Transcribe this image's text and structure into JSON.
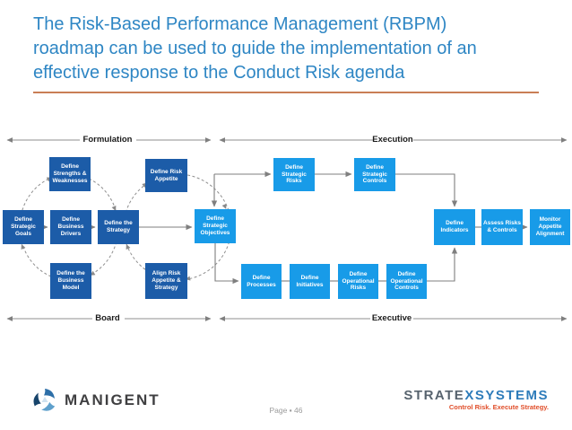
{
  "slide": {
    "title_lines": [
      "The Risk-Based Performance Management (RBPM)",
      "roadmap can be used to guide the implementation of an",
      "effective response to the Conduct Risk agenda"
    ],
    "page_label": "Page ▪ 46"
  },
  "diagram": {
    "sections": {
      "formulation": "Formulation",
      "execution": "Execution",
      "board": "Board",
      "executive": "Executive"
    },
    "boxes": [
      {
        "id": "define-strengths-weaknesses",
        "label": "Define Strengths & Weaknesses",
        "variant": "dark"
      },
      {
        "id": "define-risk-appetite",
        "label": "Define Risk Appetite",
        "variant": "dark"
      },
      {
        "id": "define-strategic-risks",
        "label": "Define Strategic Risks",
        "variant": "light"
      },
      {
        "id": "define-strategic-controls",
        "label": "Define Strategic Controls",
        "variant": "light"
      },
      {
        "id": "define-strategic-goals",
        "label": "Define Strategic Goals",
        "variant": "dark"
      },
      {
        "id": "define-business-drivers",
        "label": "Define Business Drivers",
        "variant": "dark"
      },
      {
        "id": "define-the-strategy",
        "label": "Define the Strategy",
        "variant": "dark"
      },
      {
        "id": "define-strategic-objectives",
        "label": "Define Strategic Objectives",
        "variant": "light"
      },
      {
        "id": "define-indicators",
        "label": "Define Indicators",
        "variant": "light"
      },
      {
        "id": "assess-risks-controls",
        "label": "Assess Risks & Controls",
        "variant": "light"
      },
      {
        "id": "monitor-appetite-alignment",
        "label": "Monitor Appetite Alignment",
        "variant": "light"
      },
      {
        "id": "define-the-business-model",
        "label": "Define the Business Model",
        "variant": "dark"
      },
      {
        "id": "align-risk-appetite-strategy",
        "label": "Align Risk Appetite & Strategy",
        "variant": "dark"
      },
      {
        "id": "define-processes",
        "label": "Define Processes",
        "variant": "light"
      },
      {
        "id": "define-initiatives",
        "label": "Define Initiatives",
        "variant": "light"
      },
      {
        "id": "define-operational-risks",
        "label": "Define Operational Risks",
        "variant": "light"
      },
      {
        "id": "define-operational-controls",
        "label": "Define Operational Controls",
        "variant": "light"
      }
    ]
  },
  "footer": {
    "manigent_name": "MANIGENT",
    "stratex_part1": "STRATE",
    "stratex_part2": "XSYSTEMS",
    "stratex_tagline": "Control Risk. Execute Strategy."
  },
  "colors": {
    "title_blue": "#2E86C4",
    "title_underline_orange": "#C97E55",
    "box_dark_blue": "#1C5CA8",
    "box_light_blue": "#189BE8",
    "connector_gray": "#7F7F7F",
    "manigent_text": "#3F3F41",
    "stratex_gray": "#57636E",
    "stratex_blue": "#2E7CBA",
    "stratex_tagline_red": "#E04E2A"
  }
}
